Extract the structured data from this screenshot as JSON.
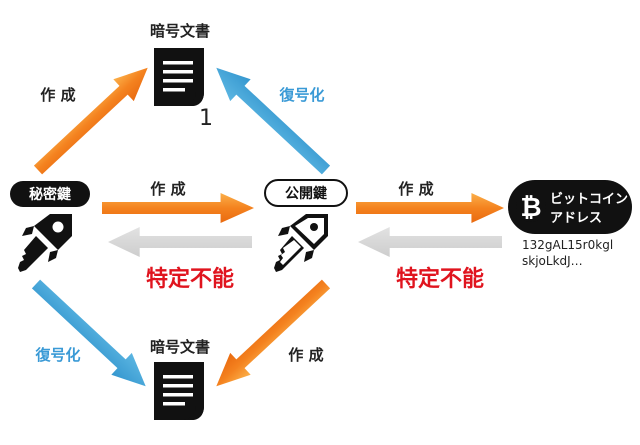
{
  "diagram": {
    "doc_top_title": "暗号文書",
    "doc_top_number": "1",
    "doc_bottom_title": "暗号文書",
    "private_key_label": "秘密鍵",
    "public_key_label": "公開鍵",
    "bitcoin_label_line1": "ビットコイン",
    "bitcoin_label_line2": "アドレス",
    "address_line1": "132gAL15r0kgl",
    "address_line2": "skjoLkdJ…",
    "create_label": "作 成",
    "decrypt_label": "復号化",
    "impossible_label": "特定不能"
  },
  "colors": {
    "orange": "#f4821f",
    "blue": "#3fa3d5",
    "gray": "#d4d4d4",
    "red": "#e0141e",
    "dark": "#111111"
  }
}
